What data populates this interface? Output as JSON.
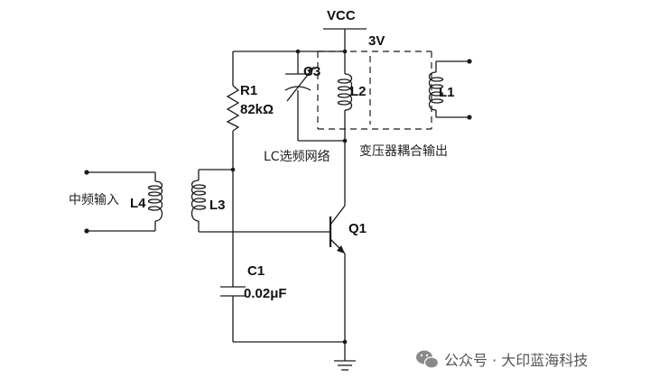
{
  "supply": {
    "label": "VCC",
    "voltage": "3V"
  },
  "components": {
    "r1": {
      "ref": "R1",
      "value": "82kΩ"
    },
    "c1": {
      "ref": "C1",
      "value": "0.02μF"
    },
    "c3": {
      "ref": "C3"
    },
    "l1": {
      "ref": "L1"
    },
    "l2": {
      "ref": "L2"
    },
    "l3": {
      "ref": "L3"
    },
    "l4": {
      "ref": "L4"
    },
    "q1": {
      "ref": "Q1"
    }
  },
  "annotations": {
    "input": "中频输入",
    "lc_network": "LC选频网络",
    "transformer_output": "变压器耦合输出"
  },
  "watermark": {
    "text": "公众号 · 大印蓝海科技",
    "icon": "wechat-icon"
  }
}
